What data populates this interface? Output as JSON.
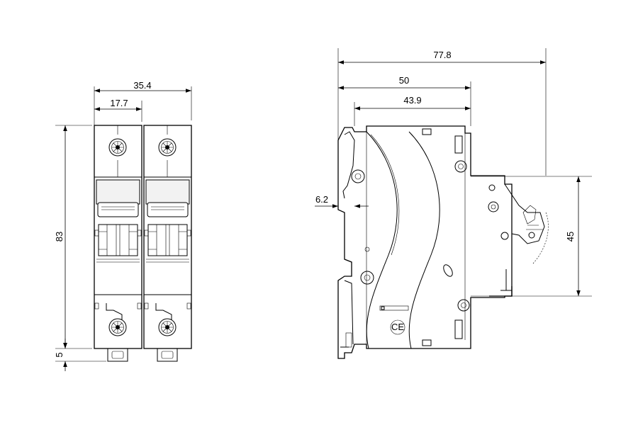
{
  "front_view": {
    "dimensions": {
      "overall_width": "35.4",
      "pole_width": "17.7",
      "height": "83",
      "bottom_offset": "5"
    }
  },
  "side_view": {
    "dimensions": {
      "overall_depth": "77.8",
      "depth_to_front": "50",
      "depth_to_cover": "43.9",
      "rail_offset": "6.2",
      "front_face_height": "45"
    },
    "marking": "CE"
  }
}
